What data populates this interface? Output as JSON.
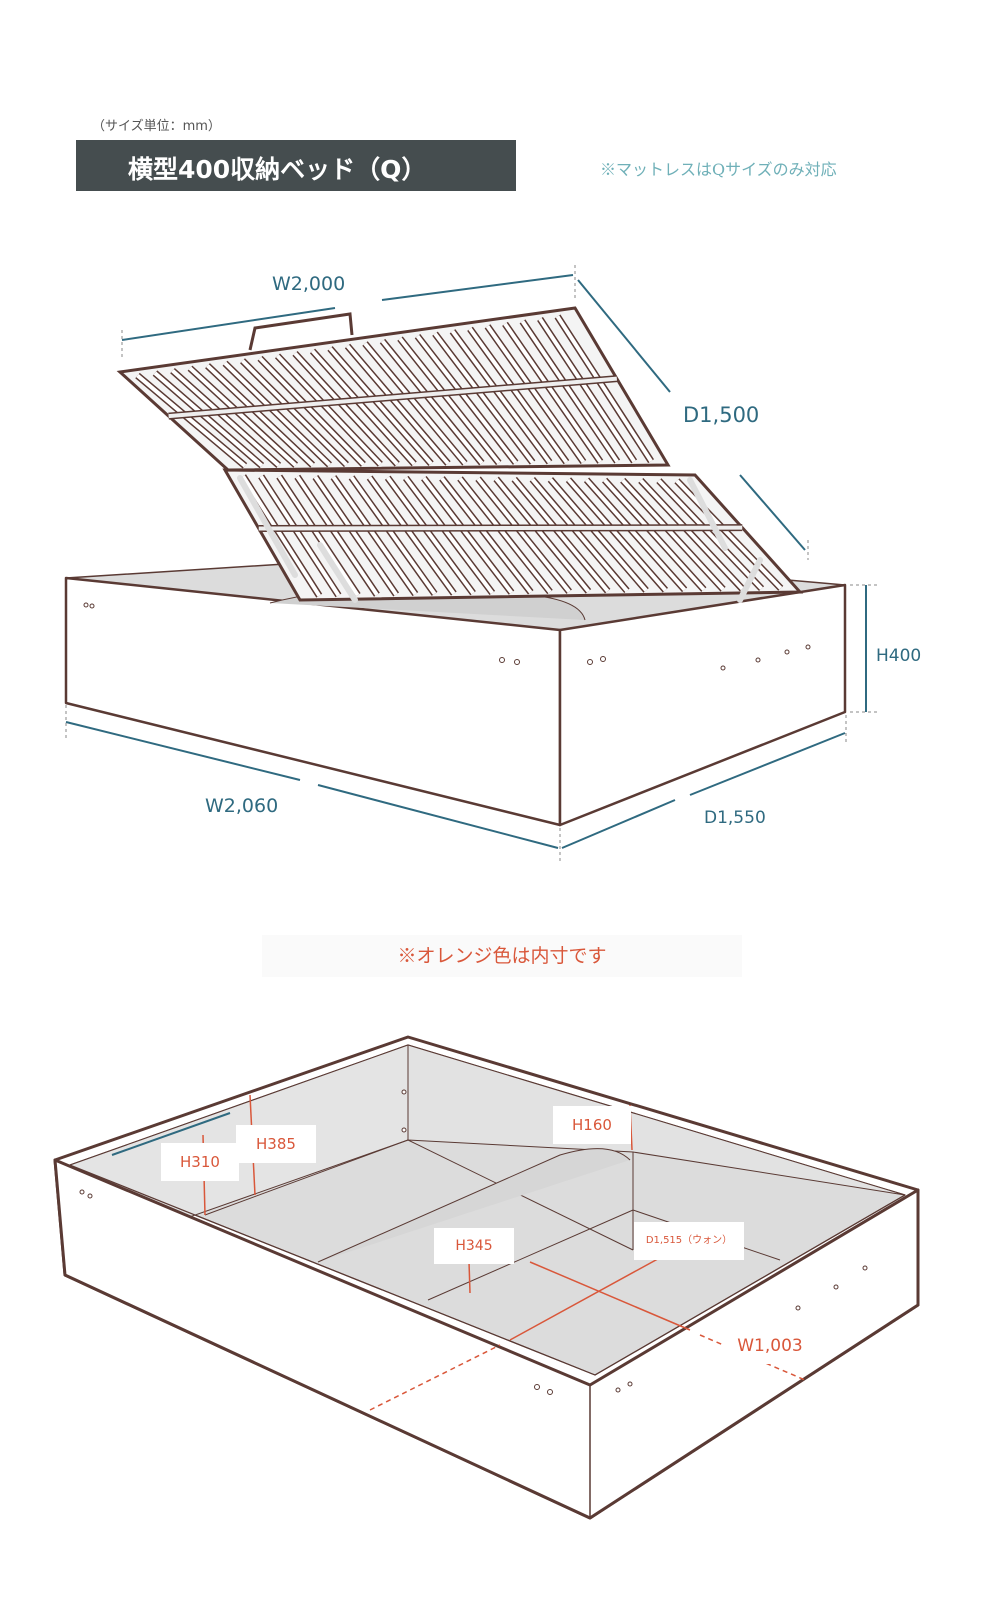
{
  "header": {
    "unit_note": "（サイズ単位：mm）",
    "title": "横型400収納ベッド（Q）",
    "mattress_note": "※マットレスはQサイズのみ対応"
  },
  "outer_dimensions": {
    "frame_width": "W2,000",
    "frame_depth": "D1,500",
    "height": "H400",
    "width": "W2,060",
    "depth": "D1,550"
  },
  "inner_note": "※オレンジ色は内寸です",
  "inner_dimensions": {
    "h310": "H310",
    "h385": "H385",
    "h160": "H160",
    "h345": "H345",
    "d1515": "D1,515（ウォン）",
    "w1003": "W1,003"
  },
  "colors": {
    "header_bg": "#454d4f",
    "dimension_text": "#2f6a80",
    "inner_text": "#d9573a",
    "outline": "#5a3a34"
  }
}
